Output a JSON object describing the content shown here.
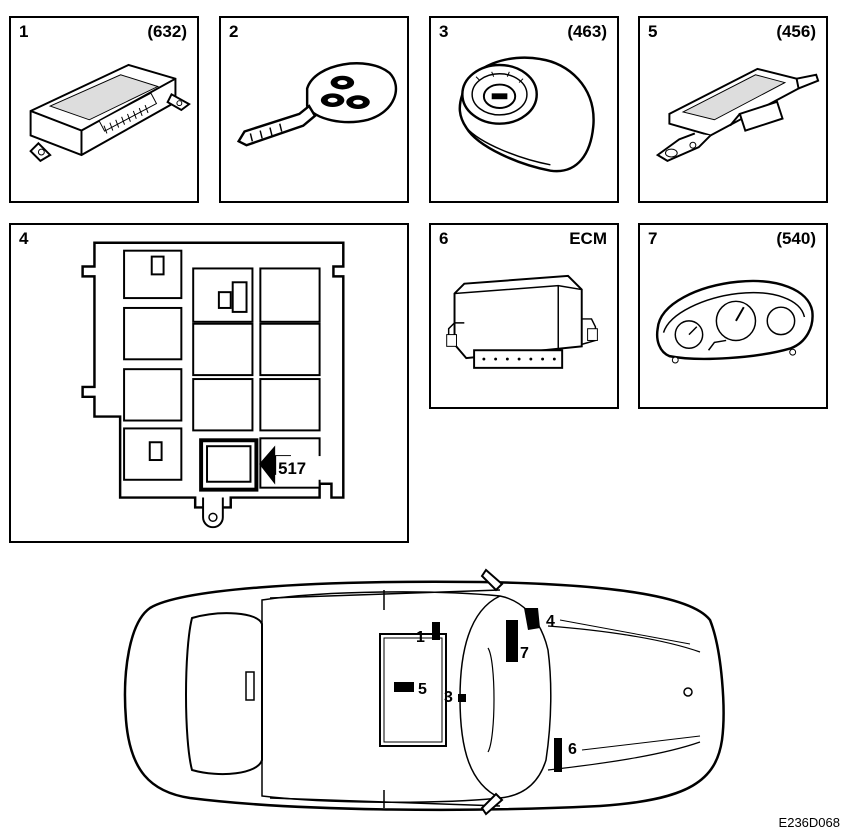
{
  "panels": [
    {
      "number": "1",
      "code": "(632)",
      "icon": "control-module-icon"
    },
    {
      "number": "2",
      "code": "",
      "icon": "remote-key-icon"
    },
    {
      "number": "3",
      "code": "(463)",
      "icon": "ignition-switch-icon"
    },
    {
      "number": "5",
      "code": "(456)",
      "icon": "antenna-module-icon"
    },
    {
      "number": "4",
      "code": "",
      "icon": "fuse-relay-box-icon"
    },
    {
      "number": "6",
      "code": "ECM",
      "icon": "engine-control-module-icon"
    },
    {
      "number": "7",
      "code": "(540)",
      "icon": "instrument-cluster-icon"
    }
  ],
  "fusebox": {
    "callout": "517"
  },
  "car": {
    "markers": [
      {
        "label": "1"
      },
      {
        "label": "5"
      },
      {
        "label": "3"
      },
      {
        "label": "4"
      },
      {
        "label": "7"
      },
      {
        "label": "6"
      }
    ]
  },
  "caption": "E236D068"
}
